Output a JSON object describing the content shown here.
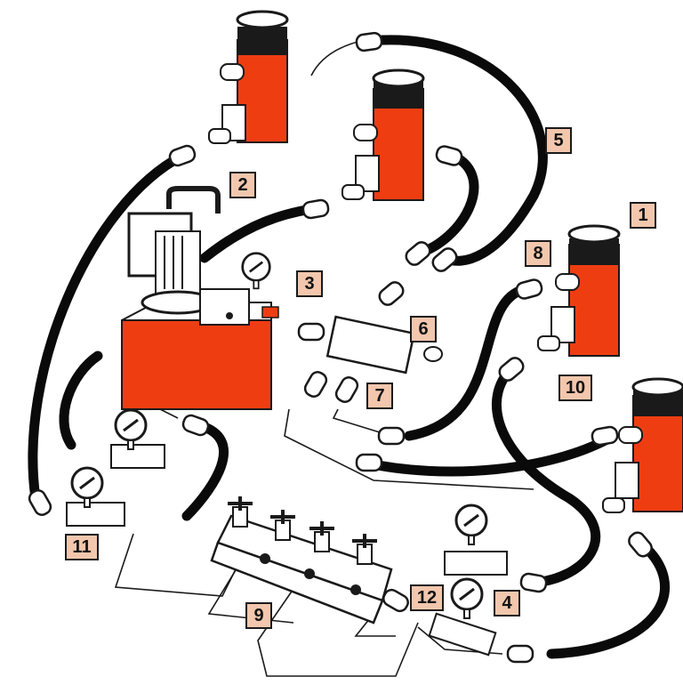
{
  "colors": {
    "cylinder": "#ef3d12",
    "pump_tank": "#ef3d12",
    "hose": "#0a0a0a",
    "outline": "#1a1a1a",
    "label_fill": "#f2c7ad"
  },
  "labels": [
    {
      "id": "1",
      "text": "1"
    },
    {
      "id": "2",
      "text": "2"
    },
    {
      "id": "3",
      "text": "3"
    },
    {
      "id": "4",
      "text": "4"
    },
    {
      "id": "5",
      "text": "5"
    },
    {
      "id": "6",
      "text": "6"
    },
    {
      "id": "7",
      "text": "7"
    },
    {
      "id": "8",
      "text": "8"
    },
    {
      "id": "9",
      "text": "9"
    },
    {
      "id": "10",
      "text": "10"
    },
    {
      "id": "11",
      "text": "11"
    },
    {
      "id": "12",
      "text": "12"
    }
  ]
}
